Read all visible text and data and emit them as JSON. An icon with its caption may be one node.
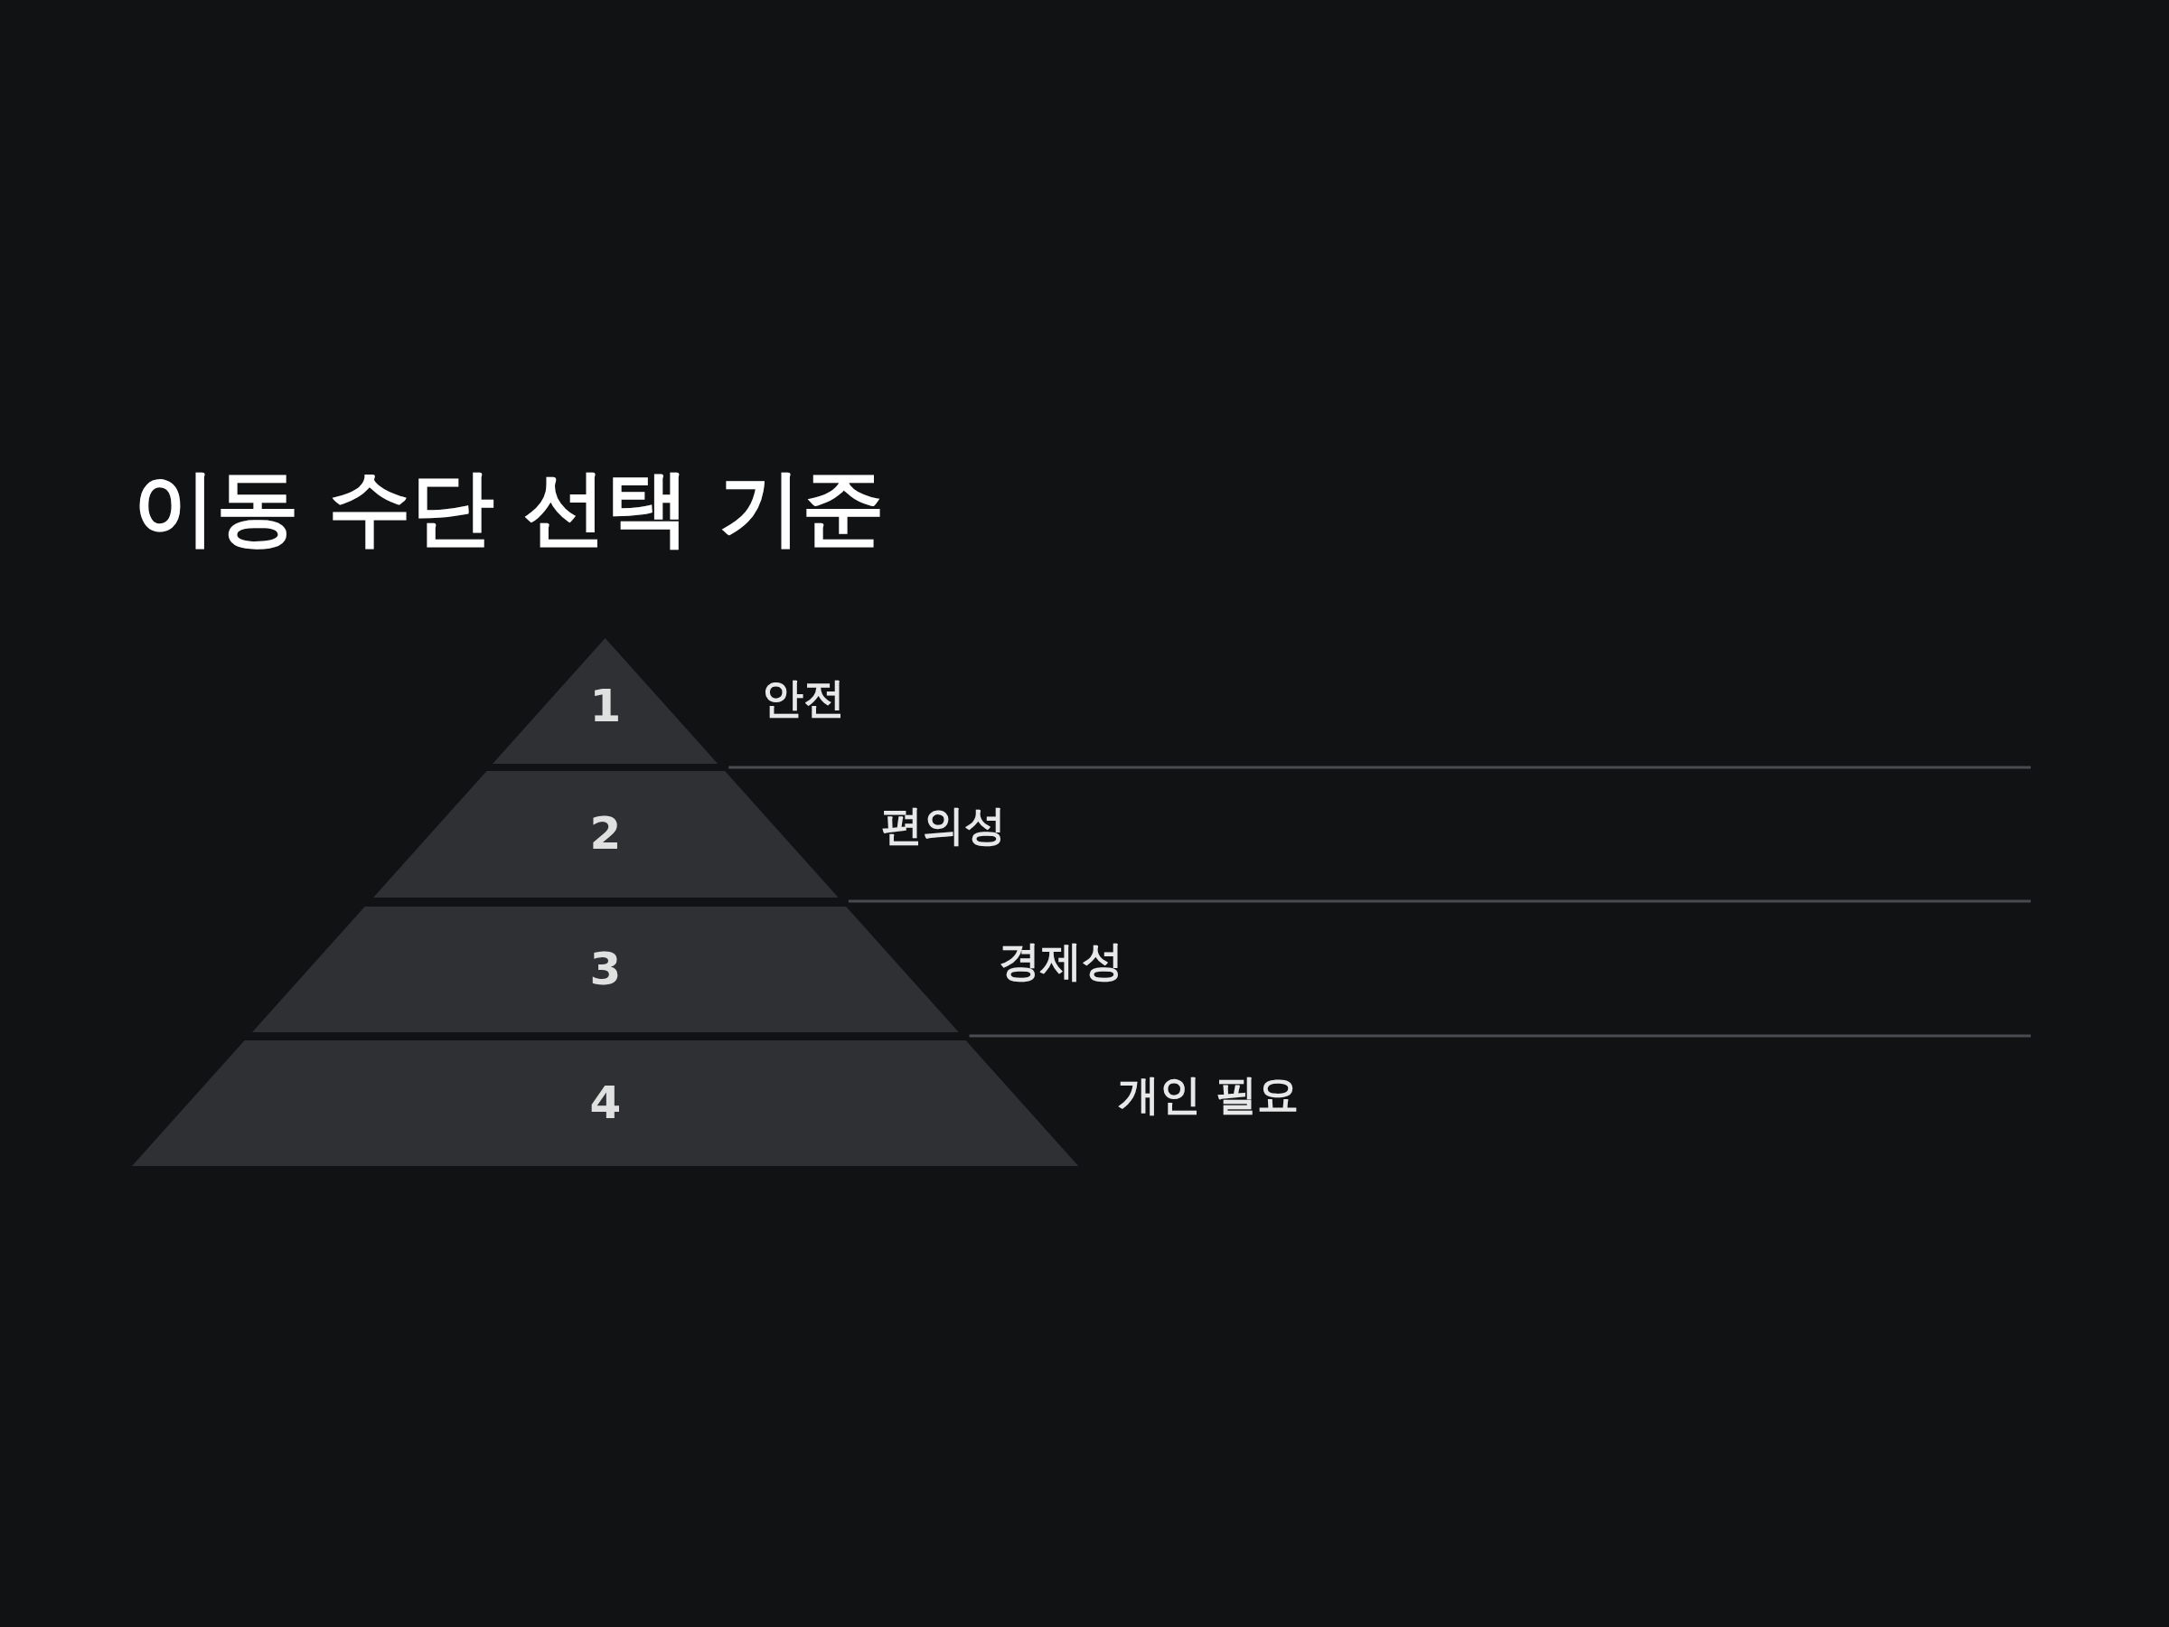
{
  "diagram": {
    "title": "이동 수단 선택 기준",
    "nodes": [
      {
        "text": [
          "1"
        ],
        "beside": [
          "안전"
        ]
      },
      {
        "text": [
          "2"
        ],
        "beside": [
          "편의성"
        ]
      },
      {
        "text": [
          "3"
        ],
        "beside": [
          "경제성"
        ]
      },
      {
        "text": [
          "4"
        ],
        "beside": [
          "개인 필요"
        ]
      }
    ]
  }
}
